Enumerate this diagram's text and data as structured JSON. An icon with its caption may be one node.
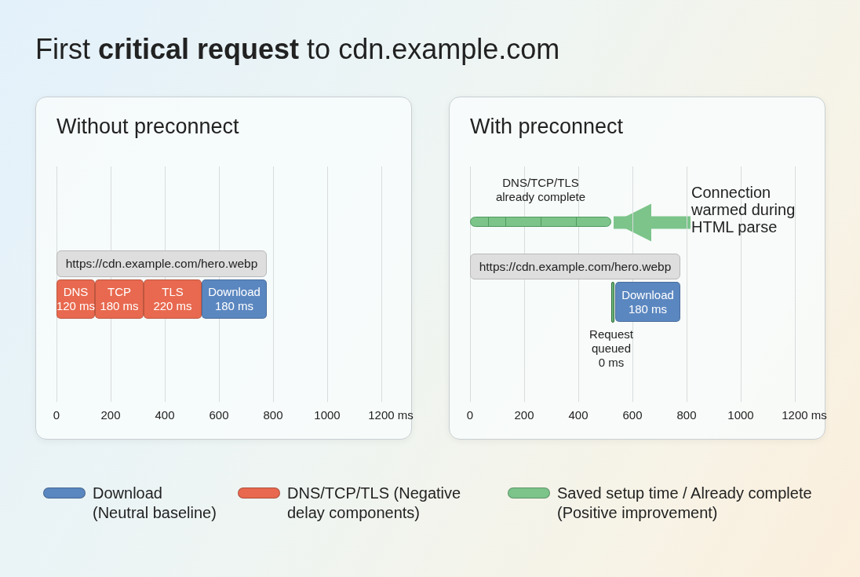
{
  "diagram": {
    "title": "First **critical request** to cdn.example.com",
    "nodes": [
      {
        "text": [
          "Without preconnect"
        ]
      },
      {
        "text": [
          "https://cdn.example.com/hero.webp"
        ],
        "in": 0
      },
      {
        "text": [
          "DNS",
          "120 ms"
        ],
        "in": 0
      },
      {
        "text": [
          "TCP",
          "180 ms"
        ],
        "in": 0
      },
      {
        "text": [
          "TLS",
          "220 ms"
        ],
        "in": 0
      },
      {
        "text": [
          "Download",
          "180 ms"
        ],
        "in": 0
      },
      {
        "text": [
          "With preconnect"
        ]
      },
      {
        "text": [],
        "shape": "bar",
        "beside": [
          "DNS/TCP/TLS already complete"
        ],
        "in": 6
      },
      {
        "text": [
          "Connection warmed during HTML parse"
        ],
        "in": 6
      },
      {
        "text": [
          "https://cdn.example.com/hero.webp"
        ],
        "in": 6
      },
      {
        "text": [],
        "shape": "bar",
        "beside": [
          "Request queued 0 ms"
        ],
        "in": 6
      },
      {
        "text": [
          "Download",
          "180 ms"
        ],
        "in": 6
      }
    ],
    "edges": [
      {
        "from": 8,
        "to": 7,
        "arrow": "to"
      }
    ],
    "labels": [
      "0",
      "200",
      "400",
      "600",
      "800",
      "1000",
      "1200 ms",
      "0",
      "200",
      "400",
      "600",
      "800",
      "1000",
      "1200 ms"
    ],
    "legend": [
      {
        "text": "Download (Neutral baseline)",
        "color": "#5b87c0"
      },
      {
        "text": "DNS/TCP/TLS (Negative delay components)",
        "color": "#e8694f"
      },
      {
        "text": "Saved setup time / Already complete (Positive improvement)",
        "color": "#7cc48a"
      }
    ]
  }
}
